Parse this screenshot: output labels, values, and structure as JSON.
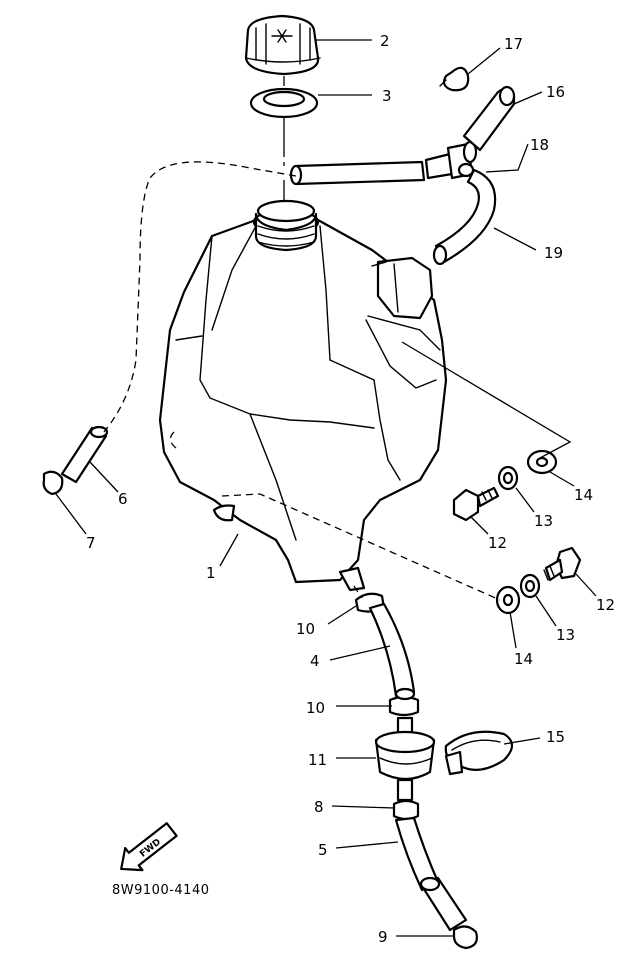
{
  "diagram": {
    "drawing_code": "8W9100-4140",
    "direction_arrow_label": "FWD",
    "callouts": [
      {
        "id": "c1",
        "label": "1"
      },
      {
        "id": "c2",
        "label": "2"
      },
      {
        "id": "c3",
        "label": "3"
      },
      {
        "id": "c4",
        "label": "4"
      },
      {
        "id": "c5",
        "label": "5"
      },
      {
        "id": "c6",
        "label": "6"
      },
      {
        "id": "c7",
        "label": "7"
      },
      {
        "id": "c8",
        "label": "8"
      },
      {
        "id": "c9",
        "label": "9"
      },
      {
        "id": "c10a",
        "label": "10"
      },
      {
        "id": "c10b",
        "label": "10"
      },
      {
        "id": "c11",
        "label": "11"
      },
      {
        "id": "c12a",
        "label": "12"
      },
      {
        "id": "c12b",
        "label": "12"
      },
      {
        "id": "c13a",
        "label": "13"
      },
      {
        "id": "c13b",
        "label": "13"
      },
      {
        "id": "c14a",
        "label": "14"
      },
      {
        "id": "c14b",
        "label": "14"
      },
      {
        "id": "c15",
        "label": "15"
      },
      {
        "id": "c16",
        "label": "16"
      },
      {
        "id": "c17",
        "label": "17"
      },
      {
        "id": "c18",
        "label": "18"
      },
      {
        "id": "c19",
        "label": "19"
      }
    ]
  }
}
